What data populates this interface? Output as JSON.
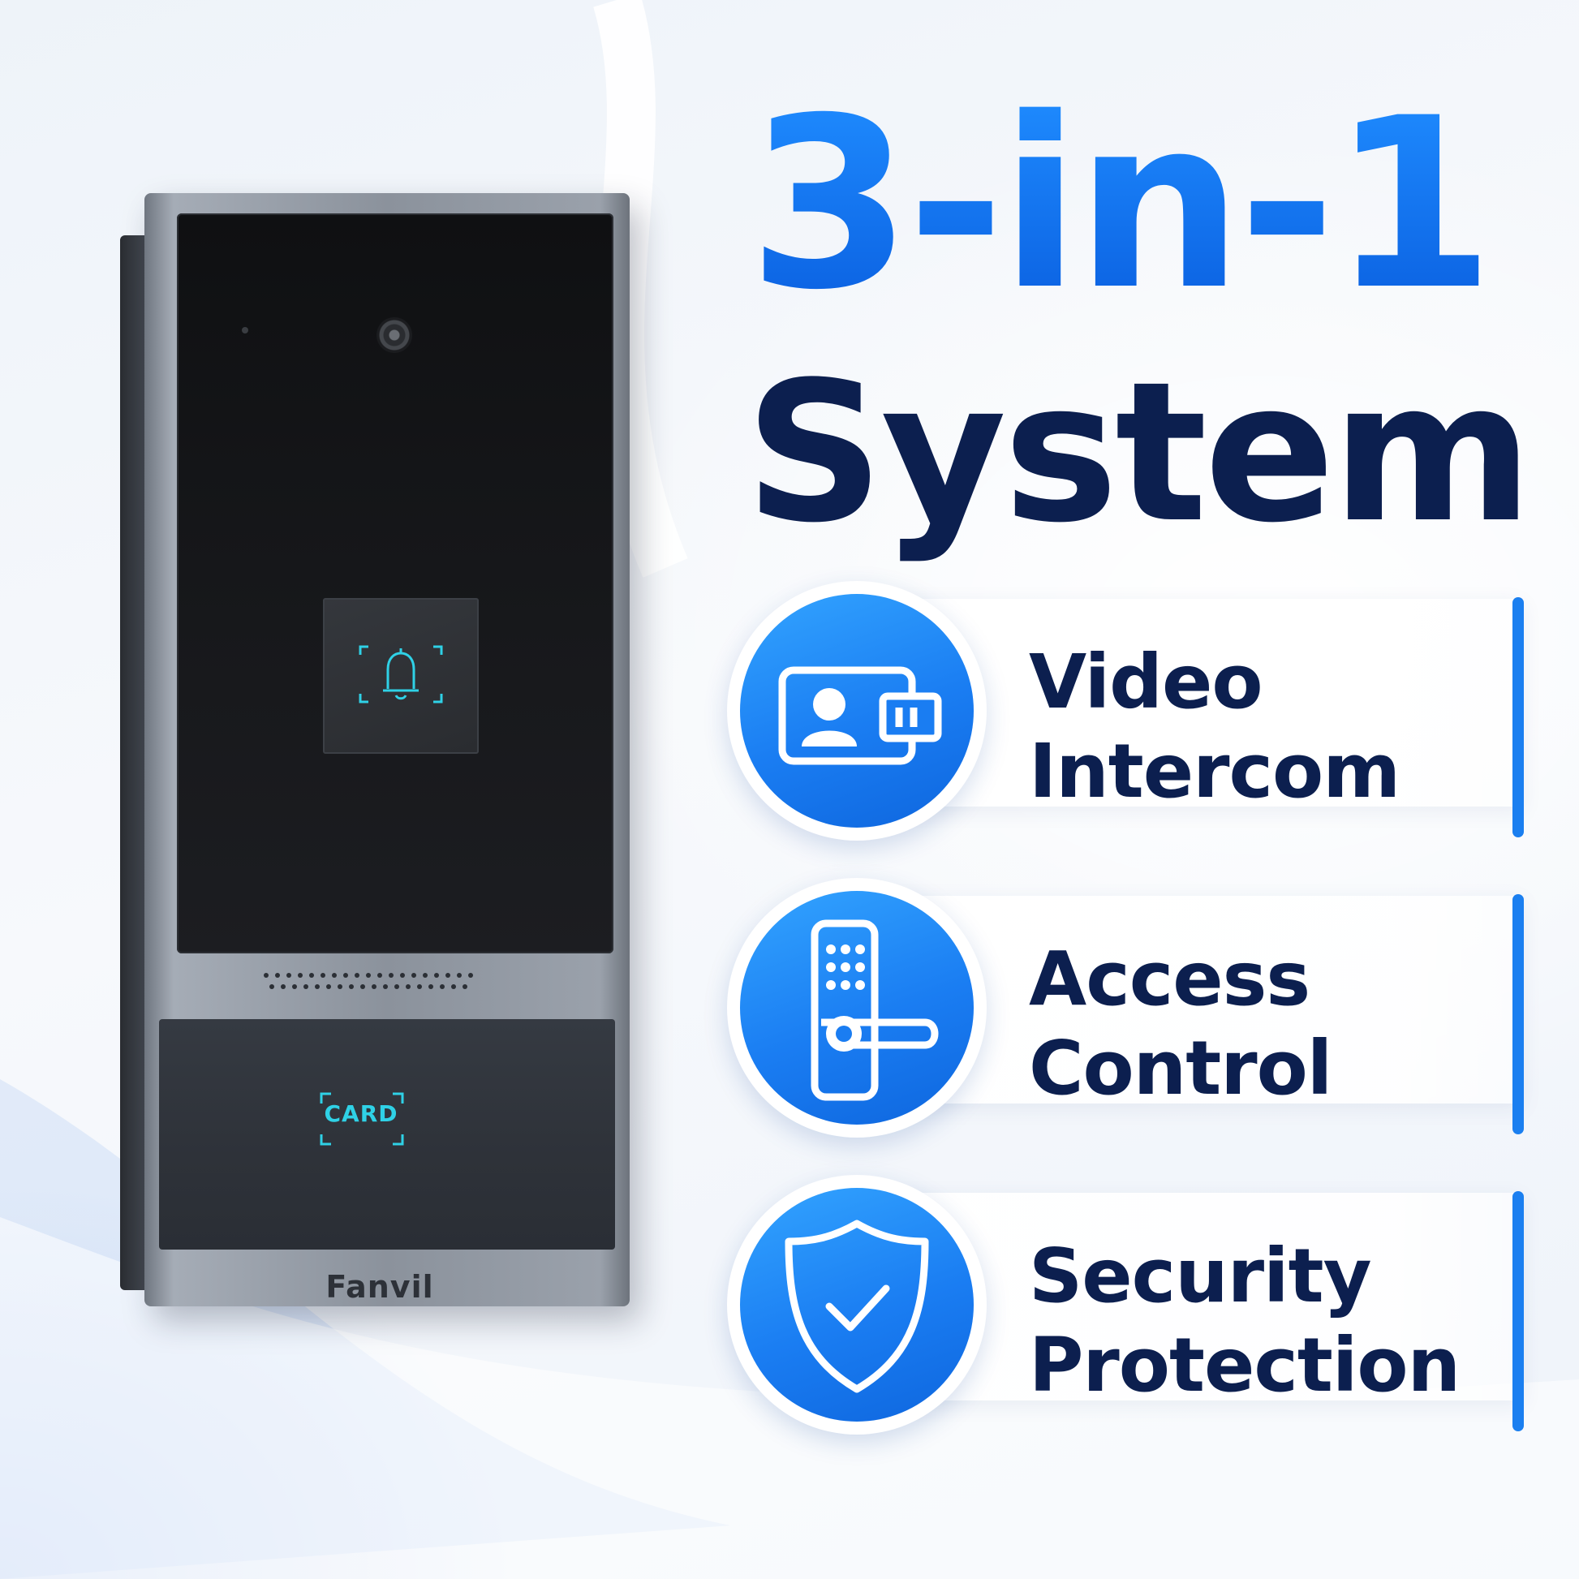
{
  "headline": {
    "line1": "3-in-1",
    "line2": "System"
  },
  "device": {
    "brand": "Fanvil",
    "card_label": "CARD",
    "bell_icon": "bell-icon"
  },
  "features": [
    {
      "line1": "Video",
      "line2": "Intercom",
      "icon": "video-call-icon"
    },
    {
      "line1": "Access",
      "line2": "Control",
      "icon": "door-lock-icon"
    },
    {
      "line1": "Security",
      "line2": "Protection",
      "icon": "shield-check-icon"
    }
  ],
  "colors": {
    "accent_blue": "#1a7df2",
    "headline_blue": "#0a5fe0",
    "navy": "#0c1f4f",
    "led_cyan": "#2fd1e6"
  }
}
